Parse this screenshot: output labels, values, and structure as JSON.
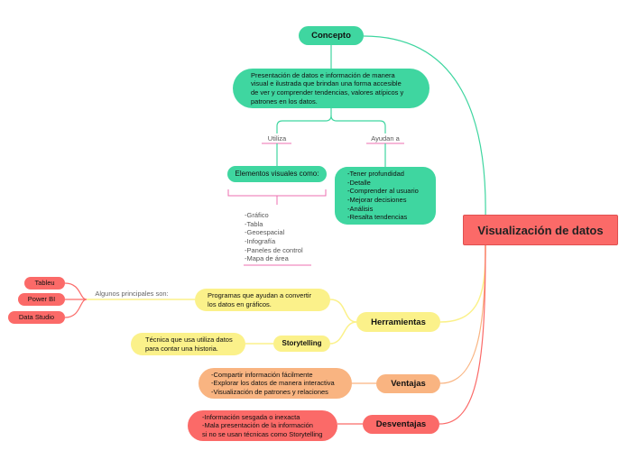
{
  "central": "Visualización de datos",
  "concepto": {
    "title": "Concepto",
    "description": "Presentación de datos e información de manera\nvisual e ilustrada que brindan una forma accesible\nde ver y comprender tendencias, valores atípicos y\npatrones en los datos.",
    "utiliza_label": "Utiliza",
    "ayudan_label": "Ayudan a",
    "elementos_title": "Elementos visuales como:",
    "elementos_list": "-Gráfico\n-Tabla\n-Geoespacial\n-Infografía\n-Paneles de control\n-Mapa de área",
    "ayudan_list": "-Tener profundidad\n-Detalle\n-Comprender al usuario\n-Mejorar decisiones\n-Análisis\n-Resalta tendencias"
  },
  "herramientas": {
    "title": "Herramientas",
    "programas": "Programas que ayudan a convertir\nlos datos en gráficos.",
    "principales_label": "Algunos principales son:",
    "tools": [
      "Tableu",
      "Power BI",
      "Data Studio"
    ],
    "storytelling_title": "Storytelling",
    "storytelling_desc": "Técnica que usa utiliza datos\npara contar una historia."
  },
  "ventajas": {
    "title": "Ventajas",
    "list": "-Compartir información fácilmente\n-Explorar los datos de manera interactiva\n-Visualización de patrones y relaciones"
  },
  "desventajas": {
    "title": "Desventajas",
    "list": "-Información sesgada o inexacta\n-Mala presentación de la información\nsi no se usan técnicas como Storytelling"
  },
  "colors": {
    "green": "#3fd6a0",
    "yellow": "#fbf18a",
    "orange": "#f9b481",
    "red": "#fb6a68",
    "pink_line": "#ee6fb0"
  }
}
